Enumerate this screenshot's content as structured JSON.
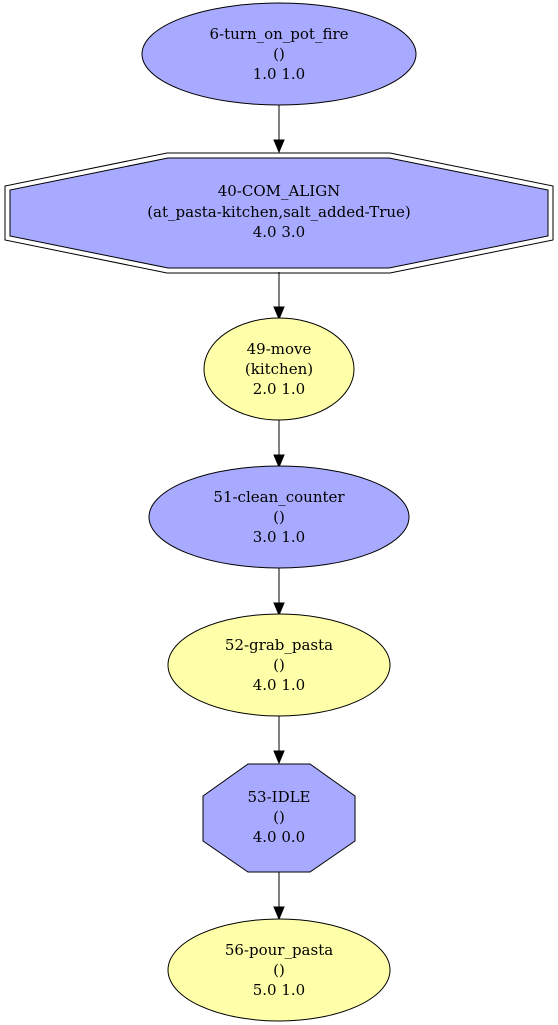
{
  "graph": {
    "colors": {
      "blue_fill": "#a8aaff",
      "yellow_fill": "#ffffaa",
      "stroke": "#000000"
    },
    "nodes": [
      {
        "id": "n6",
        "shape": "ellipse",
        "fill": "blue",
        "label": "6-turn_on_pot_fire",
        "args": "()",
        "values": "1.0 1.0"
      },
      {
        "id": "n40",
        "shape": "double-octagon",
        "fill": "blue",
        "label": "40-COM_ALIGN",
        "args": "(at_pasta-kitchen,salt_added-True)",
        "values": "4.0 3.0"
      },
      {
        "id": "n49",
        "shape": "ellipse",
        "fill": "yellow",
        "label": "49-move",
        "args": "(kitchen)",
        "values": "2.0 1.0"
      },
      {
        "id": "n51",
        "shape": "ellipse",
        "fill": "blue",
        "label": "51-clean_counter",
        "args": "()",
        "values": "3.0 1.0"
      },
      {
        "id": "n52",
        "shape": "ellipse",
        "fill": "yellow",
        "label": "52-grab_pasta",
        "args": "()",
        "values": "4.0 1.0"
      },
      {
        "id": "n53",
        "shape": "octagon",
        "fill": "blue",
        "label": "53-IDLE",
        "args": "()",
        "values": "4.0 0.0"
      },
      {
        "id": "n56",
        "shape": "ellipse",
        "fill": "yellow",
        "label": "56-pour_pasta",
        "args": "()",
        "values": "5.0 1.0"
      }
    ],
    "edges": [
      {
        "from": "n6",
        "to": "n40"
      },
      {
        "from": "n40",
        "to": "n49"
      },
      {
        "from": "n49",
        "to": "n51"
      },
      {
        "from": "n51",
        "to": "n52"
      },
      {
        "from": "n52",
        "to": "n53"
      },
      {
        "from": "n53",
        "to": "n56"
      }
    ]
  }
}
